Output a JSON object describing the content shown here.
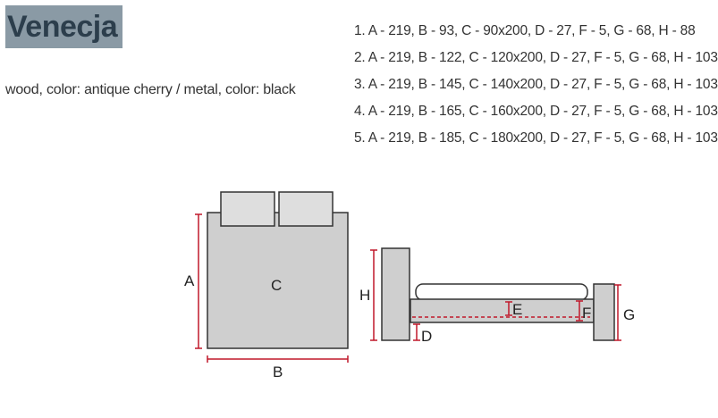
{
  "title": "Venecja",
  "subtitle": "wood, color: antique cherry / metal, color: black",
  "variants": [
    "1. A - 219, B - 93, C - 90x200, D - 27, F - 5, G - 68, H - 88",
    "2. A - 219, B - 122, C - 120x200, D - 27, F - 5, G - 68, H - 103",
    "3. A - 219, B - 145, C - 140x200, D - 27, F - 5, G - 68, H - 103",
    "4. A - 219, B - 165, C - 160x200, D - 27, F - 5, G - 68, H - 103",
    "5. A - 219, B - 185, C - 180x200, D - 27, F - 5, G - 68, H - 103"
  ],
  "diagram": {
    "labels": {
      "A": "A",
      "B": "B",
      "C": "C",
      "D": "D",
      "E": "E",
      "F": "F",
      "G": "G",
      "H": "H"
    },
    "colors": {
      "fill": "#cfcfcf",
      "stroke": "#333333",
      "dimension": "#c0182a"
    }
  }
}
